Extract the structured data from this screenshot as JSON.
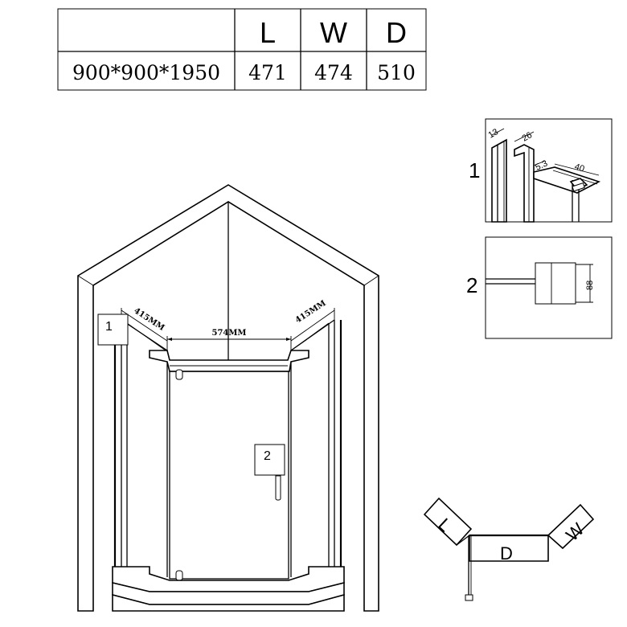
{
  "table": {
    "headers": [
      "",
      "L",
      "W",
      "D"
    ],
    "row": [
      "900*900*1950",
      "471",
      "474",
      "510"
    ]
  },
  "main_drawing": {
    "dim_left": "415MM",
    "dim_center": "574MM",
    "dim_right": "415MM",
    "callout_1": "1",
    "callout_2": "2"
  },
  "detail_1": {
    "label": "1",
    "dims": [
      "13",
      "26",
      "5.3",
      "40"
    ]
  },
  "detail_2": {
    "label": "2",
    "dim": "88"
  },
  "plan_view": {
    "label_l": "L",
    "label_w": "W",
    "label_d": "D"
  }
}
